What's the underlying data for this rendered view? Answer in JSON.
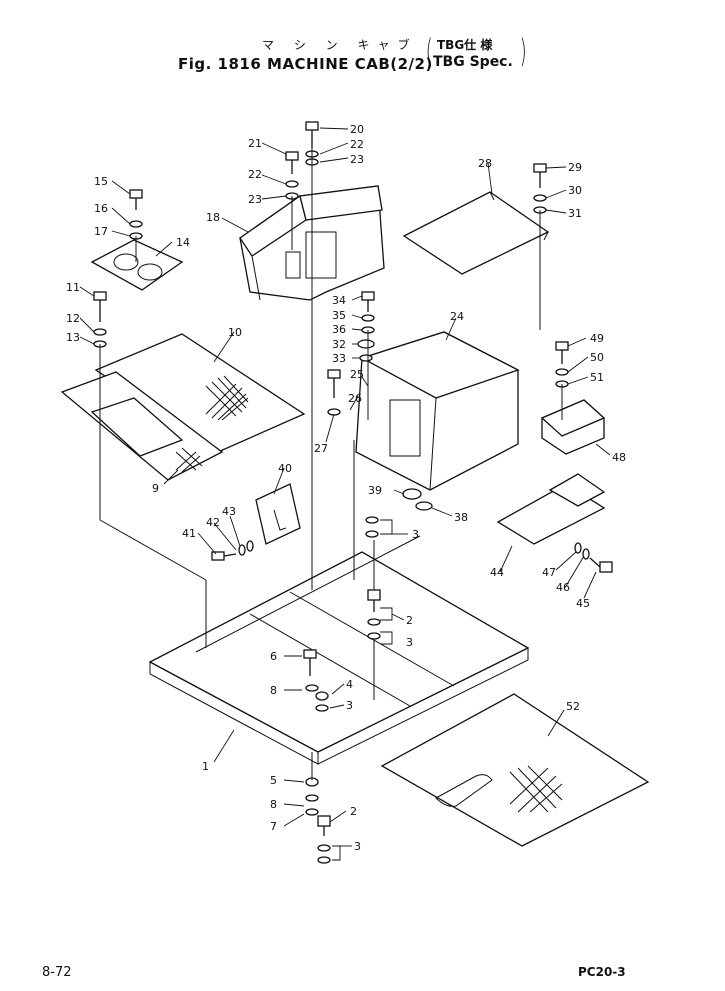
{
  "title": {
    "japanese": "マ シ ン キャブ",
    "main": "Fig. 1816 MACHINE CAB(2/2)",
    "variant_ja": "TBG仕 様",
    "variant_en": "TBG Spec."
  },
  "callouts": [
    "1",
    "2",
    "3",
    "4",
    "5",
    "6",
    "7",
    "8",
    "9",
    "10",
    "11",
    "12",
    "13",
    "14",
    "15",
    "16",
    "17",
    "18",
    "20",
    "21",
    "22",
    "23",
    "24",
    "25",
    "26",
    "27",
    "28",
    "29",
    "30",
    "31",
    "32",
    "33",
    "34",
    "35",
    "36",
    "38",
    "39",
    "40",
    "41",
    "42",
    "43",
    "44",
    "45",
    "46",
    "47",
    "48",
    "49",
    "50",
    "51",
    "52"
  ],
  "footer": {
    "page": "8-72",
    "model": "PC20-3"
  }
}
